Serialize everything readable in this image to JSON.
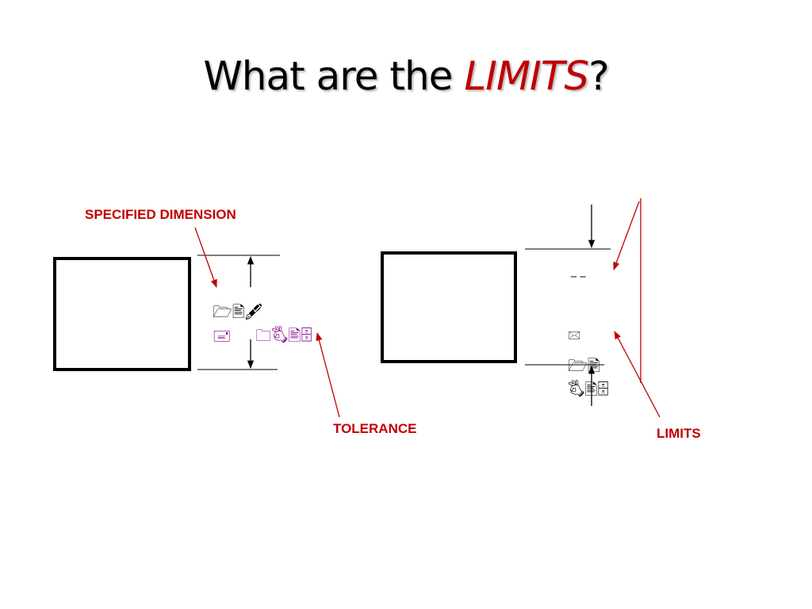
{
  "slide": {
    "title_prefix": "What are the ",
    "title_accent": "LIMITS",
    "title_suffix": "?"
  },
  "labels": {
    "specified_dimension": "SPECIFIED DIMENSION",
    "tolerance": "TOLERANCE",
    "limits": "LIMITS"
  },
  "symbols": {
    "left_nominal": "🗁🖹🖋",
    "left_tolerance_a": "🖃",
    "left_tolerance_b": "🗀🖏🖹🗄",
    "right_upper_limit": "_ _",
    "right_lower_icon": "🖂",
    "right_lower_limit_a": "🗁🖹",
    "right_lower_limit_b": "🖏🖹🗄"
  },
  "colors": {
    "accent": "#C00000",
    "tolerance_text": "#800080",
    "shape": "#000000"
  }
}
